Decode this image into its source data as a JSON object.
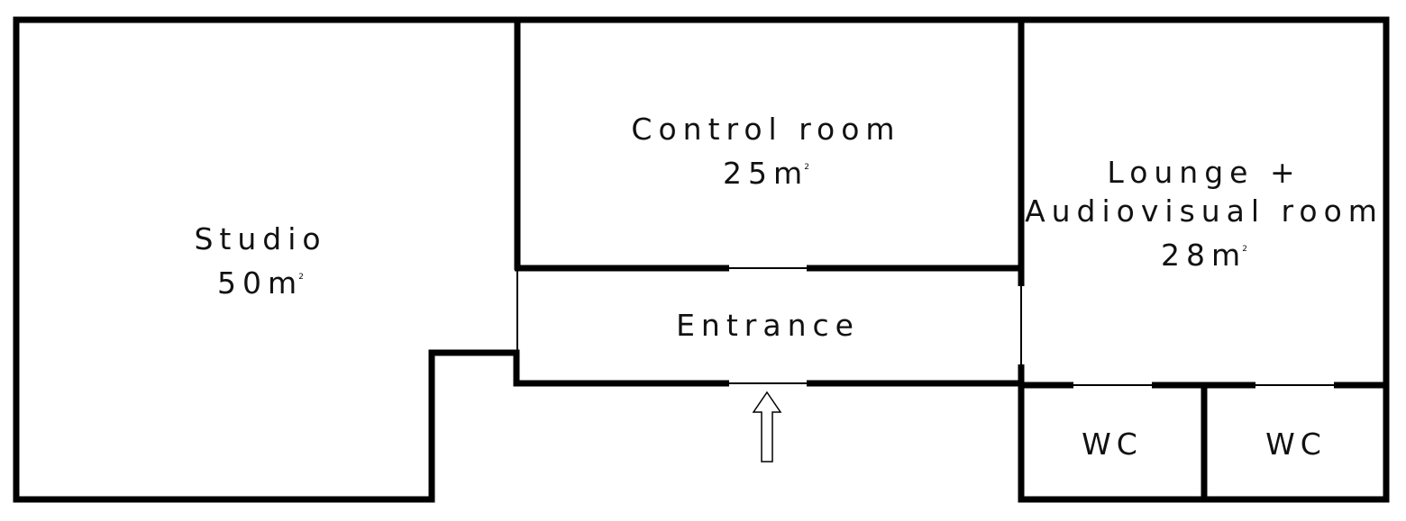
{
  "rooms": {
    "studio": {
      "name": "Studio",
      "area_value": "50",
      "area_unit": "m",
      "area_sup": "2"
    },
    "control_room": {
      "name": "Control room",
      "area_value": "25",
      "area_unit": "m",
      "area_sup": "2"
    },
    "lounge": {
      "name_line1": "Lounge +",
      "name_line2": "Audiovisual room",
      "area_value": "28",
      "area_unit": "m",
      "area_sup": "2"
    },
    "entrance": {
      "name": "Entrance"
    },
    "wc_left": {
      "name": "WC"
    },
    "wc_right": {
      "name": "WC"
    }
  },
  "colors": {
    "wall": "#000000",
    "background": "#ffffff"
  },
  "icons": {
    "entry_arrow": "arrow-up-outline-icon"
  }
}
